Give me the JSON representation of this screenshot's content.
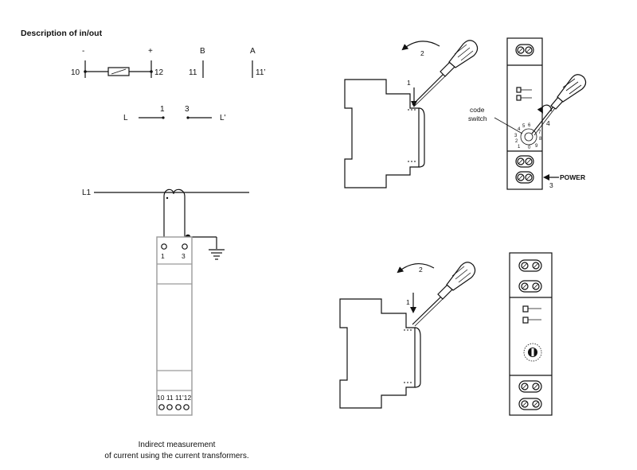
{
  "title": "Description of in/out",
  "terminals": {
    "minus_sign": "-",
    "plus_sign": "+",
    "t10": "10",
    "t12": "12",
    "b_label": "B",
    "t11": "11",
    "a_label": "A",
    "t11p": "11’",
    "contact_1": "1",
    "contact_3": "3",
    "l_label": "L",
    "lp_label": "L'"
  },
  "wiring": {
    "line_label": "L1",
    "t1": "1",
    "t3": "3",
    "bottom_terminals": "10 11 11’12",
    "caption_line1": "Indirect measurement",
    "caption_line2": "of current using the current transformers."
  },
  "steps": {
    "top_step1": "1",
    "top_step2": "2",
    "code_switch_line1": "code",
    "code_switch_line2": "switch",
    "step4": "4",
    "power_label": "POWER",
    "step3": "3",
    "bottom_step1": "1",
    "bottom_step2": "2"
  },
  "dial_digits_top": [
    "4",
    "5",
    "6",
    "3",
    "7",
    "2",
    "8",
    "1",
    "0",
    "9"
  ]
}
